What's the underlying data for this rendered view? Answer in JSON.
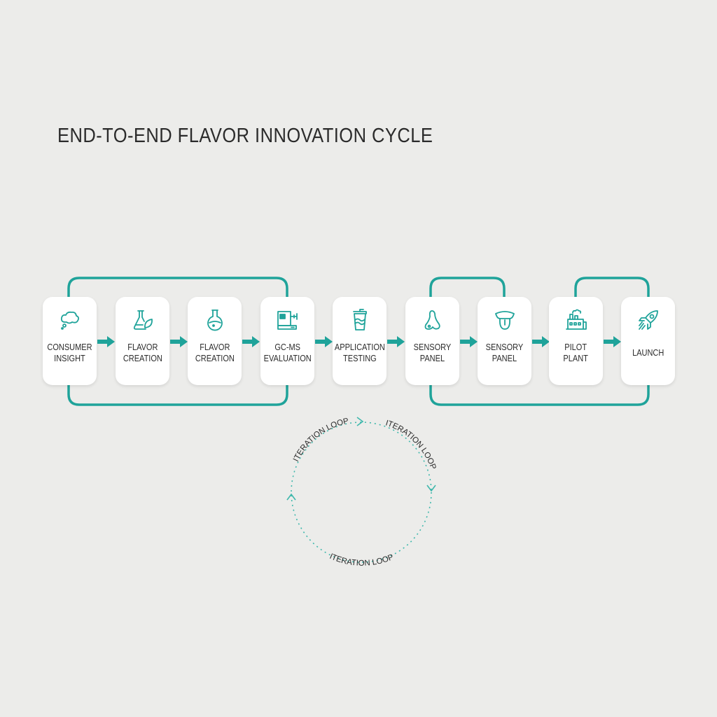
{
  "title": "END-TO-END FLAVOR INNOVATION CYCLE",
  "colors": {
    "accent": "#1fa39a",
    "background": "#ececea",
    "card": "#ffffff",
    "text": "#2b2b2b"
  },
  "steps": [
    {
      "line1": "CONSUMER",
      "line2": "INSIGHT",
      "icon": "thought-bubble-icon"
    },
    {
      "line1": "FLAVOR",
      "line2": "CREATION",
      "icon": "flask-leaf-icon"
    },
    {
      "line1": "FLAVOR",
      "line2": "CREATION",
      "icon": "round-flask-icon"
    },
    {
      "line1": "GC-MS",
      "line2": "EVALUATION",
      "icon": "gc-ms-instrument-icon"
    },
    {
      "line1": "APPLICATION",
      "line2": "TESTING",
      "icon": "beverage-cup-icon"
    },
    {
      "line1": "SENSORY",
      "line2": "PANEL",
      "icon": "nose-icon"
    },
    {
      "line1": "SENSORY",
      "line2": "PANEL",
      "icon": "tongue-icon"
    },
    {
      "line1": "PILOT",
      "line2": "PLANT",
      "icon": "factory-icon"
    },
    {
      "line1": "LAUNCH",
      "line2": "",
      "icon": "rocket-icon"
    }
  ],
  "iteration_loop": {
    "labels": [
      "ITERATION LOOP",
      "ITERATION LOOP",
      "ITERATION LOOP"
    ]
  }
}
